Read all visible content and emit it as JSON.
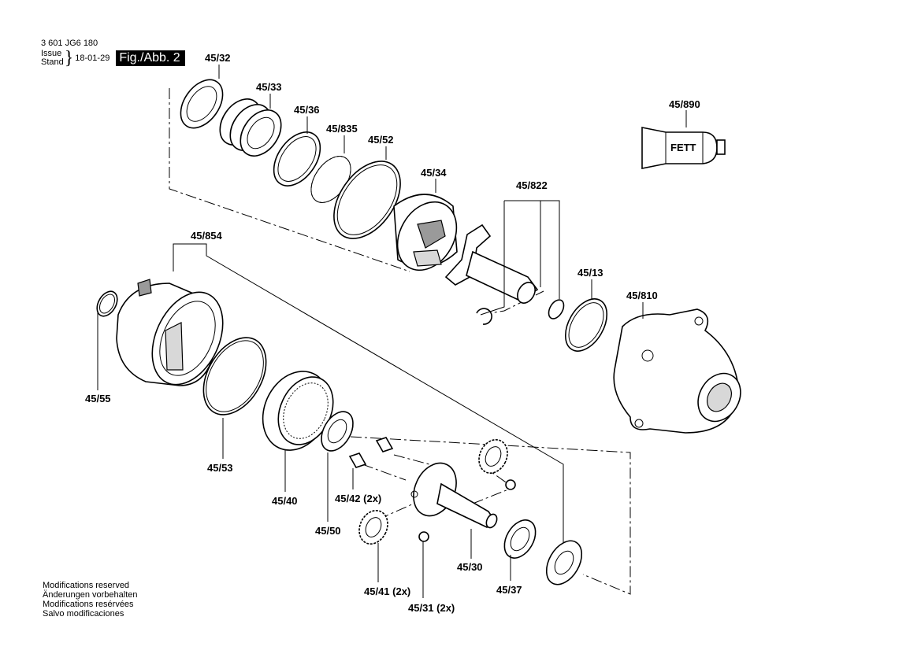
{
  "header": {
    "doc_number": "3 601 JG6 180",
    "issue_label": "Issue",
    "stand_label": "Stand",
    "date": "18-01-29",
    "figure": "Fig./Abb. 2"
  },
  "parts": [
    {
      "id": "p45_32",
      "label": "45/32"
    },
    {
      "id": "p45_33",
      "label": "45/33"
    },
    {
      "id": "p45_36",
      "label": "45/36"
    },
    {
      "id": "p45_835",
      "label": "45/835"
    },
    {
      "id": "p45_52",
      "label": "45/52"
    },
    {
      "id": "p45_34",
      "label": "45/34"
    },
    {
      "id": "p45_822",
      "label": "45/822"
    },
    {
      "id": "p45_890",
      "label": "45/890"
    },
    {
      "id": "p45_854",
      "label": "45/854"
    },
    {
      "id": "p45_13",
      "label": "45/13"
    },
    {
      "id": "p45_810",
      "label": "45/810"
    },
    {
      "id": "p45_55",
      "label": "45/55"
    },
    {
      "id": "p45_53",
      "label": "45/53"
    },
    {
      "id": "p45_40",
      "label": "45/40"
    },
    {
      "id": "p45_50",
      "label": "45/50"
    },
    {
      "id": "p45_42",
      "label": "45/42 (2x)"
    },
    {
      "id": "p45_41",
      "label": "45/41 (2x)"
    },
    {
      "id": "p45_31",
      "label": "45/31 (2x)"
    },
    {
      "id": "p45_30",
      "label": "45/30"
    },
    {
      "id": "p45_37",
      "label": "45/37"
    }
  ],
  "grease_tube_text": "FETT",
  "footer": {
    "lines": [
      "Modifications reserved",
      "Änderungen vorbehalten",
      "Modifications resérvées",
      "Salvo modificaciones"
    ]
  }
}
